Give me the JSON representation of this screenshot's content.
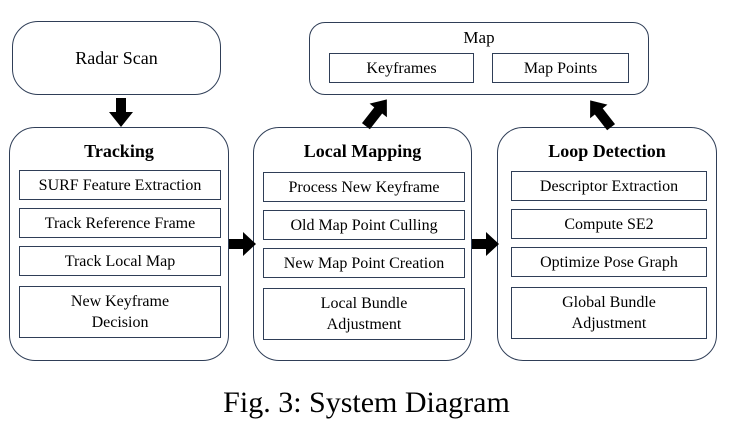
{
  "radar_scan": "Radar Scan",
  "map": {
    "title": "Map",
    "items": [
      "Keyframes",
      "Map Points"
    ]
  },
  "tracking": {
    "title": "Tracking",
    "steps": [
      "SURF Feature Extraction",
      "Track Reference Frame",
      "Track Local Map",
      "New Keyframe Decision"
    ]
  },
  "local_mapping": {
    "title": "Local Mapping",
    "steps": [
      "Process New Keyframe",
      "Old Map Point Culling",
      "New Map Point Creation",
      "Local Bundle Adjustment"
    ]
  },
  "loop_detection": {
    "title": "Loop Detection",
    "steps": [
      "Descriptor Extraction",
      "Compute SE2",
      "Optimize Pose Graph",
      "Global Bundle Adjustment"
    ]
  },
  "caption": "Fig. 3: System Diagram",
  "colors": {
    "border": "#2f3e57",
    "arrow": "#000000"
  }
}
